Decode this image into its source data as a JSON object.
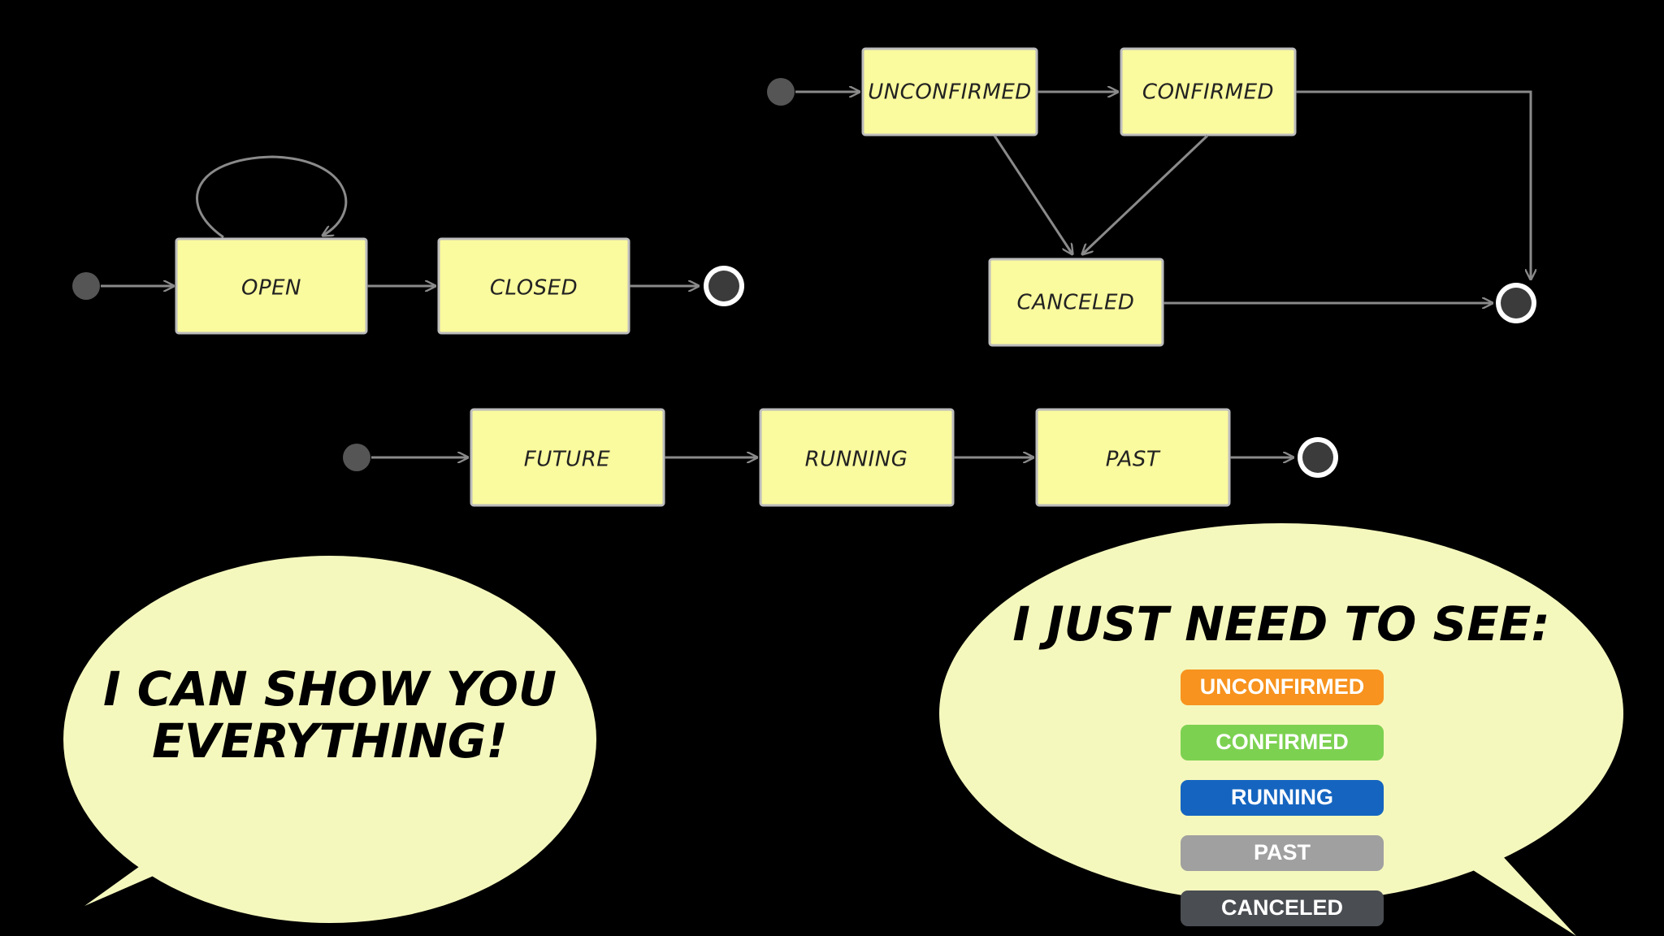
{
  "diagrams": {
    "open_closed": {
      "states": [
        "OPEN",
        "CLOSED"
      ]
    },
    "booking": {
      "states": [
        "UNCONFIRMED",
        "CONFIRMED",
        "CANCELED"
      ]
    },
    "timeline": {
      "states": [
        "FUTURE",
        "RUNNING",
        "PAST"
      ]
    }
  },
  "bubbles": {
    "left": {
      "line1": "I CAN SHOW YOU",
      "line2": "EVERYTHING!"
    },
    "right": {
      "title": "I JUST NEED TO SEE:",
      "badges": [
        {
          "label": "UNCONFIRMED",
          "color": "#f7931e"
        },
        {
          "label": "CONFIRMED",
          "color": "#7dd151"
        },
        {
          "label": "RUNNING",
          "color": "#1565c0"
        },
        {
          "label": "PAST",
          "color": "#a0a0a0"
        },
        {
          "label": "CANCELED",
          "color": "#4a4d52"
        }
      ]
    }
  },
  "colors": {
    "state_fill": "#fafa9e",
    "state_stroke": "#bdbdbd",
    "edge": "#8a8a8a",
    "bubble_fill": "#f5f8bd",
    "background": "#000000"
  }
}
